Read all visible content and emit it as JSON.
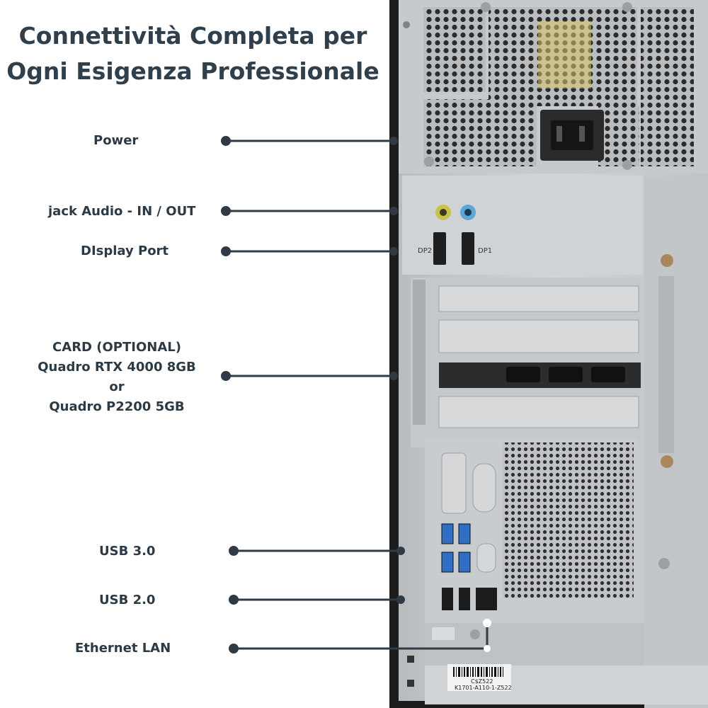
{
  "title": {
    "line1": "Connettività Completa per",
    "line2": "Ogni Esigenza Professionale"
  },
  "labels": {
    "power": "Power",
    "audio": "jack Audio - IN / OUT",
    "display": "DIsplay Port",
    "card_line1": "CARD (OPTIONAL)",
    "card_line2": "Quadro RTX 4000 8GB",
    "card_line3": "or",
    "card_line4": "Quadro P2200 5GB",
    "usb3": "USB 3.0",
    "usb2": "USB 2.0",
    "lan": "Ethernet LAN"
  },
  "port_text": {
    "dp2": "DP2",
    "dp1": "DP1"
  },
  "sticker": {
    "code": "C$Z522",
    "serial": "K1701-A110-1-Z522"
  },
  "colors": {
    "text": "#2c3a45",
    "callout_line": "#2f3a44",
    "case_metal": "#c9ccce",
    "audio_in": "#c8c24a",
    "audio_out": "#5aa8d8",
    "usb3_blue": "#2f6fc6"
  }
}
